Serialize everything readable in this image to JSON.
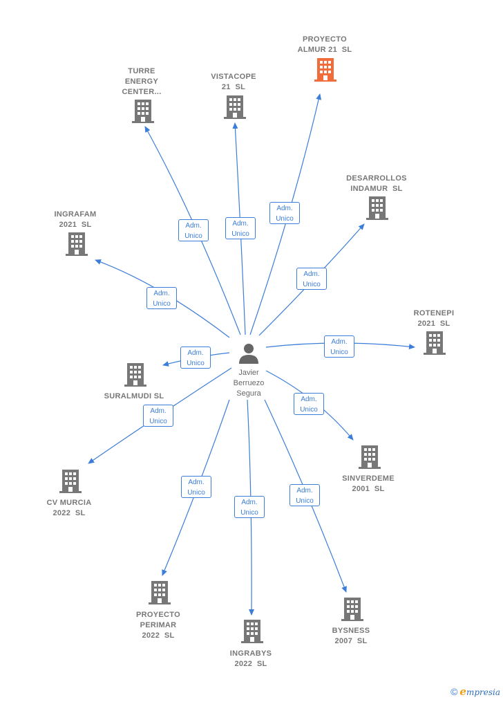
{
  "colors": {
    "edge": "#3b7dd8",
    "building": "#777777",
    "building_highlight": "#f26b3a",
    "person": "#666666"
  },
  "center": {
    "name_lines": [
      "Javier",
      "Berruezo",
      "Segura"
    ],
    "icon": "person-icon"
  },
  "nodes": [
    {
      "id": "proyecto-almur-21",
      "lines": [
        "PROYECTO",
        "ALMUR 21  SL"
      ],
      "highlight": true
    },
    {
      "id": "turre-energy-center",
      "lines": [
        "TURRE",
        "ENERGY",
        "CENTER..."
      ],
      "highlight": false
    },
    {
      "id": "vistacope-21",
      "lines": [
        "VISTACOPE",
        "21  SL"
      ],
      "highlight": false
    },
    {
      "id": "desarrollos-indamur",
      "lines": [
        "DESARROLLOS",
        "INDAMUR  SL"
      ],
      "highlight": false
    },
    {
      "id": "ingrafam-2021",
      "lines": [
        "INGRAFAM",
        "2021  SL"
      ],
      "highlight": false
    },
    {
      "id": "rotenepi-2021",
      "lines": [
        "ROTENEPI",
        "2021  SL"
      ],
      "highlight": false
    },
    {
      "id": "suralmudi",
      "lines": [
        "SURALMUDI SL"
      ],
      "highlight": false
    },
    {
      "id": "sinverdeme-2001",
      "lines": [
        "SINVERDEME",
        "2001  SL"
      ],
      "highlight": false
    },
    {
      "id": "cv-murcia-2022",
      "lines": [
        "CV MURCIA",
        "2022  SL"
      ],
      "highlight": false
    },
    {
      "id": "proyecto-perimar-2022",
      "lines": [
        "PROYECTO",
        "PERIMAR",
        "2022  SL"
      ],
      "highlight": false
    },
    {
      "id": "ingrabys-2022",
      "lines": [
        "INGRABYS",
        "2022  SL"
      ],
      "highlight": false
    },
    {
      "id": "bysness-2007",
      "lines": [
        "BYSNESS",
        "2007  SL"
      ],
      "highlight": false
    }
  ],
  "edge_label": [
    "Adm.",
    "Unico"
  ],
  "footer": {
    "copyright": "©",
    "brand_initial": "e",
    "brand_rest": "mpresia"
  }
}
